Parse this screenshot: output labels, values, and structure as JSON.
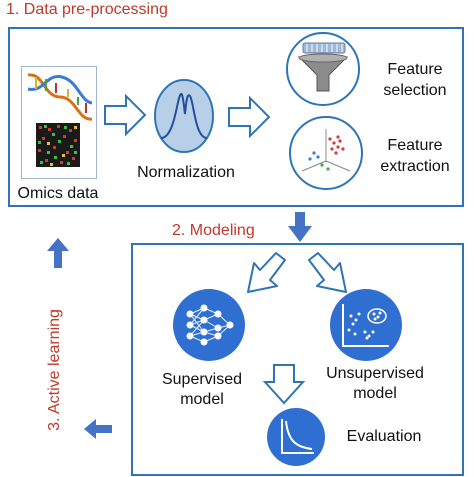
{
  "sections": {
    "preprocessing_title": "1. Data pre-processing",
    "modeling_title": "2. Modeling",
    "active_learning_title": "3. Active learning"
  },
  "nodes": {
    "omics_label": "Omics data",
    "normalization_label": "Normalization",
    "feature_selection_line1": "Feature",
    "feature_selection_line2": "selection",
    "feature_extraction_line1": "Feature",
    "feature_extraction_line2": "extraction",
    "supervised_line1": "Supervised",
    "supervised_line2": "model",
    "unsupervised_line1": "Unsupervised",
    "unsupervised_line2": "model",
    "evaluation_label": "Evaluation"
  },
  "colors": {
    "section_title": "#c0392b",
    "panel_border": "#2e75b6",
    "solid_arrow": "#4472c4",
    "hollow_arrow": "#2e75b6",
    "circle_fill": "#2f6fd1"
  }
}
